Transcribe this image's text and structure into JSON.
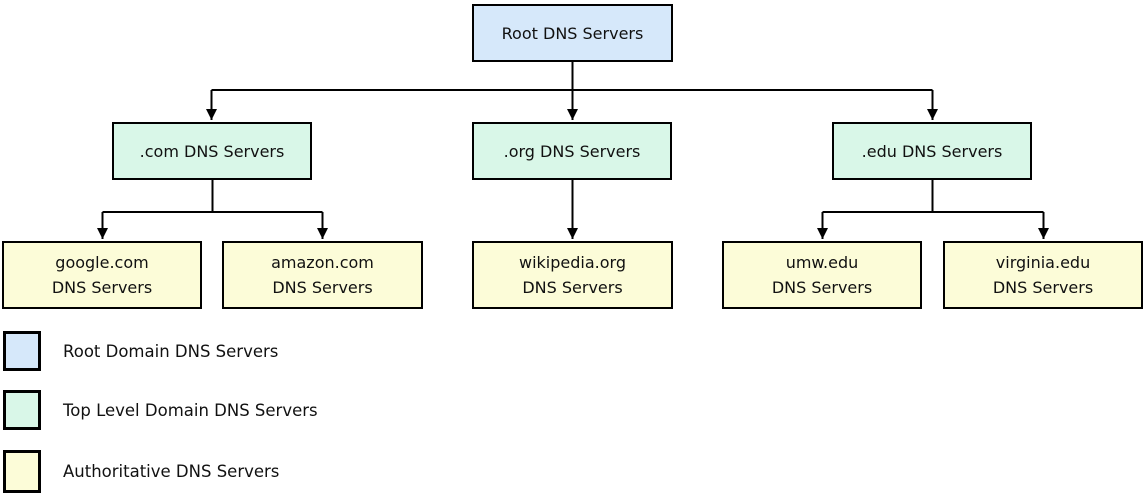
{
  "colors": {
    "root": "#d6e8fa",
    "tld": "#d9f7e8",
    "authoritative": "#fcfcd8",
    "line": "#000000"
  },
  "nodes": {
    "root": {
      "label": "Root DNS Servers"
    },
    "com": {
      "label": ".com DNS Servers"
    },
    "org": {
      "label": ".org DNS Servers"
    },
    "edu": {
      "label": ".edu DNS Servers"
    },
    "google": {
      "line1": "google.com",
      "line2": "DNS Servers"
    },
    "amazon": {
      "line1": "amazon.com",
      "line2": "DNS Servers"
    },
    "wikipedia": {
      "line1": "wikipedia.org",
      "line2": "DNS Servers"
    },
    "umw": {
      "line1": "umw.edu",
      "line2": "DNS Servers"
    },
    "virginia": {
      "line1": "virginia.edu",
      "line2": "DNS Servers"
    }
  },
  "legend": {
    "items": [
      {
        "label": "Root Domain DNS Servers",
        "color": "#d6e8fa"
      },
      {
        "label": "Top Level Domain DNS Servers",
        "color": "#d9f7e8"
      },
      {
        "label": "Authoritative DNS Servers",
        "color": "#fcfcd8"
      }
    ]
  }
}
